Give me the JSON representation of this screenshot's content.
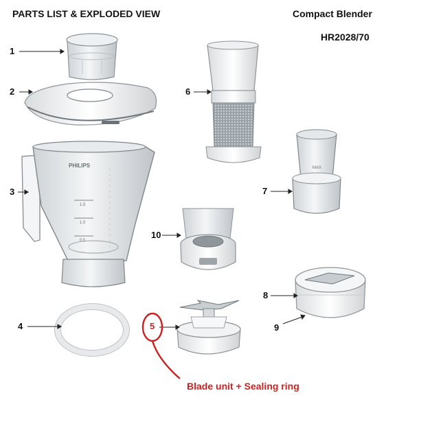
{
  "header": {
    "title": "PARTS LIST & EXPLODED VIEW",
    "product": "Compact Blender",
    "model": "HR2028/70"
  },
  "parts": {
    "p1": "1",
    "p2": "2",
    "p3": "3",
    "p4": "4",
    "p5": "5",
    "p6": "6",
    "p7": "7",
    "p8": "8",
    "p9": "9",
    "p10": "10"
  },
  "jar": {
    "brand": "PHILIPS",
    "scale": [
      "1.5",
      "1.0",
      "0.5"
    ]
  },
  "cup": {
    "mark": "MAX"
  },
  "callout": {
    "label": "Blade unit + Sealing ring",
    "accent_color": "#cc1f1f"
  }
}
